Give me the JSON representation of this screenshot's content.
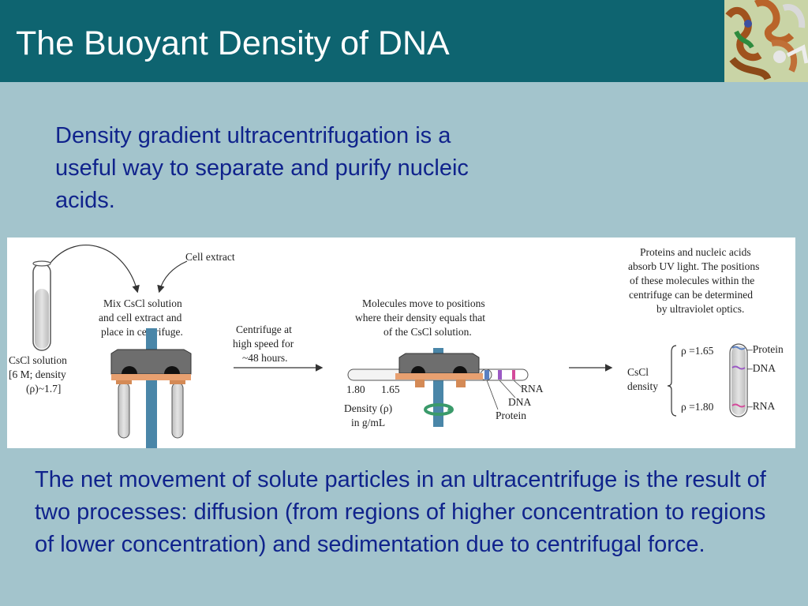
{
  "slide": {
    "title": "The Buoyant Density of DNA",
    "intro": "Density gradient ultracentrifugation is a useful way to separate and purify nucleic acids.",
    "footer": "The net movement of solute particles in an ultracentrifuge is the result of two processes: diffusion (from regions of higher concentration to regions of lower concentration) and sedimentation due to centrifugal force."
  },
  "figure": {
    "cell_extract": "Cell extract",
    "mix_1": "Mix CsCl solution",
    "mix_2": "and cell extract and",
    "mix_3": "place in centrifuge.",
    "cscl_1": "CsCl solution",
    "cscl_2": "[6 M; density",
    "cscl_3": "(ρ)~1.7]",
    "centrifuge_1": "Centrifuge at",
    "centrifuge_2": "high speed for",
    "centrifuge_3": "~48 hours.",
    "molecules_1": "Molecules move to positions",
    "molecules_2": "where their density equals that",
    "molecules_3": "of the CsCl solution.",
    "density_low": "1.80",
    "density_high": "1.65",
    "density_label_1": "Density (ρ)",
    "density_label_2": "in g/mL",
    "band_rna": "RNA",
    "band_dna": "DNA",
    "band_protein": "Protein",
    "uv_1": "Proteins and nucleic acids",
    "uv_2": "absorb UV light. The positions",
    "uv_3": "of these molecules within the",
    "uv_4": "centrifuge can be determined",
    "uv_5": "by ultraviolet optics.",
    "rho_top": "ρ =1.65",
    "rho_bottom": "ρ =1.80",
    "cscl_density_1": "CsCl",
    "cscl_density_2": "density",
    "tube_protein": "–Protein",
    "tube_dna": "–DNA",
    "tube_rna": "–RNA"
  },
  "colors": {
    "header_bg": "#0e6470",
    "body_bg": "#a3c4cc",
    "text": "#10238c",
    "protein_band": "#5a7fc0",
    "dna_band": "#9b59c4",
    "rna_band": "#d44a9a",
    "rotor": "#6e6e6e",
    "rotor_accent": "#e8a070",
    "shaft": "#4a86a8"
  }
}
